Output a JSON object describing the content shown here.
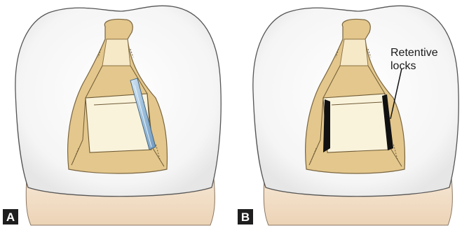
{
  "figure": {
    "panels": [
      {
        "label": "A"
      },
      {
        "label": "B",
        "callout": {
          "line1": "Retentive",
          "line2": "locks"
        }
      }
    ],
    "colors": {
      "enamel": "#f7f7f7",
      "enamel_outline": "#555555",
      "root": "#f1dcc4",
      "cavity_wall": "#e3c78c",
      "cavity_floor": "#faf3dc",
      "bur": "#aac8e0",
      "lock": "#111111",
      "label_bg": "#1e1e1e"
    }
  }
}
